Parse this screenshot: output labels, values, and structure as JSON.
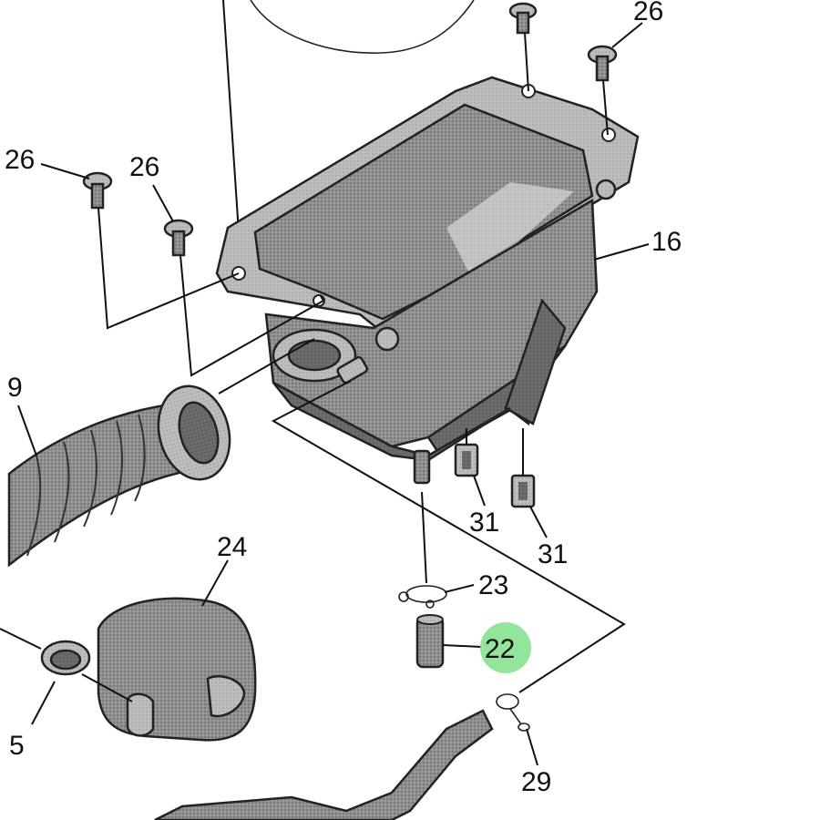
{
  "callouts": {
    "bolt_top_right": "26",
    "bolt_left_a": "26",
    "bolt_left_b": "26",
    "air_box": "16",
    "duct_hose": "9",
    "clip_a": "31",
    "clip_b": "31",
    "clamp": "23",
    "plug": "22",
    "cover": "24",
    "band": "5",
    "hose_clamp": "29"
  },
  "highlighted_callout": "22",
  "colors": {
    "highlight": "#7fe08a",
    "part_fill": "#9a9a9a",
    "part_dark": "#6e6e6e",
    "part_light": "#c8c8c8"
  }
}
